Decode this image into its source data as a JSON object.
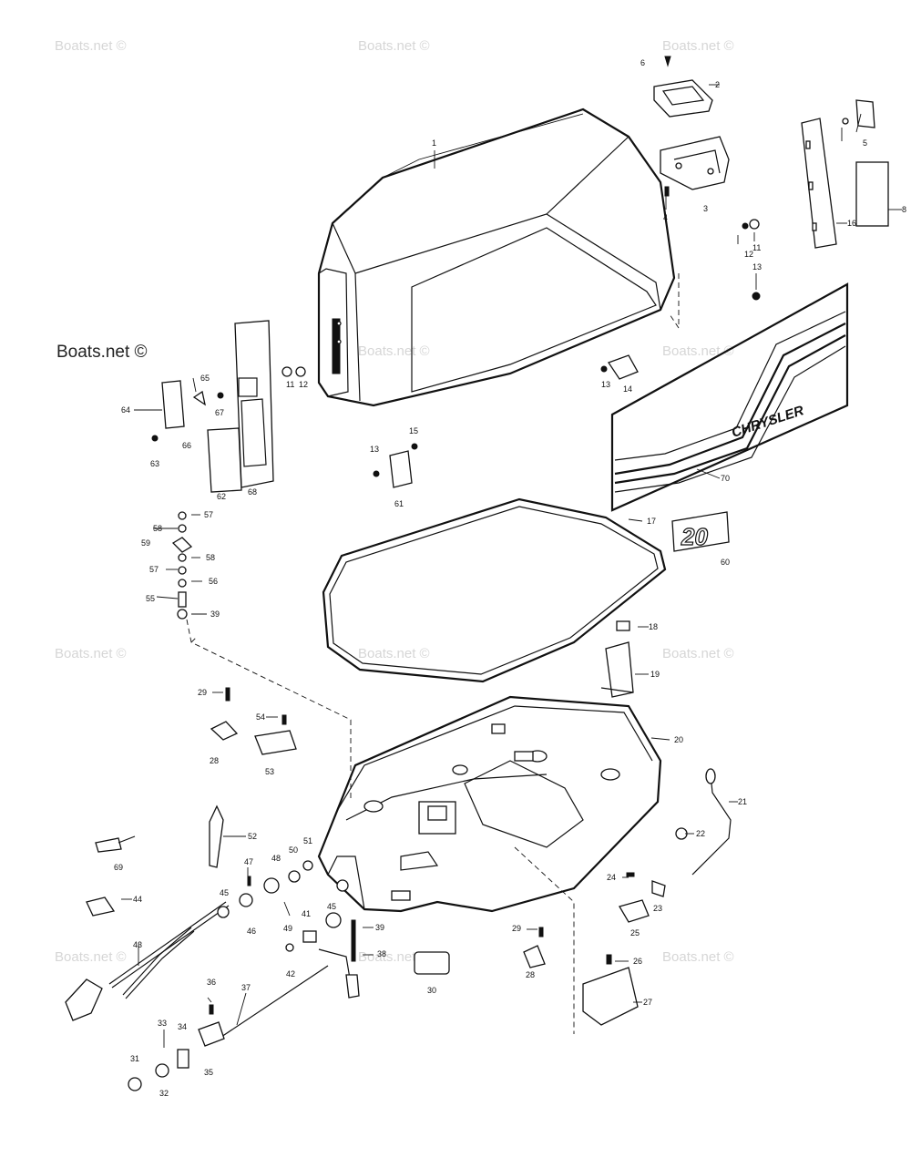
{
  "watermark": "Boats.net ©",
  "brand_decal_text": "CHRYSLER",
  "badge_text": "20",
  "part_labels": {
    "p1": "1",
    "p2": "2",
    "p3": "3",
    "p4": "4",
    "p5": "5",
    "p6": "6",
    "p8": "8",
    "p11a": "11",
    "p11b": "11",
    "p12a": "12",
    "p12b": "12",
    "p13a": "13",
    "p13b": "13",
    "p13c": "13",
    "p14": "14",
    "p15": "15",
    "p16": "16",
    "p17": "17",
    "p18": "18",
    "p19": "19",
    "p20": "20",
    "p21": "21",
    "p22": "22",
    "p23": "23",
    "p24": "24",
    "p25": "25",
    "p26": "26",
    "p27": "27",
    "p28a": "28",
    "p28b": "28",
    "p29a": "29",
    "p29b": "29",
    "p30": "30",
    "p31": "31",
    "p32": "32",
    "p33": "33",
    "p34": "34",
    "p35": "35",
    "p36": "36",
    "p37": "37",
    "p38": "38",
    "p39a": "39",
    "p39b": "39",
    "p41": "41",
    "p42": "42",
    "p43": "43",
    "p44": "44",
    "p45a": "45",
    "p45b": "45",
    "p46": "46",
    "p47": "47",
    "p48": "48",
    "p49": "49",
    "p50": "50",
    "p51": "51",
    "p52": "52",
    "p53": "53",
    "p54": "54",
    "p55": "55",
    "p56": "56",
    "p57a": "57",
    "p57b": "57",
    "p58a": "58",
    "p58b": "58",
    "p59": "59",
    "p60": "60",
    "p61": "61",
    "p62": "62",
    "p63": "63",
    "p64": "64",
    "p65": "65",
    "p66": "66",
    "p67": "67",
    "p68": "68",
    "p69": "69",
    "p70": "70"
  }
}
